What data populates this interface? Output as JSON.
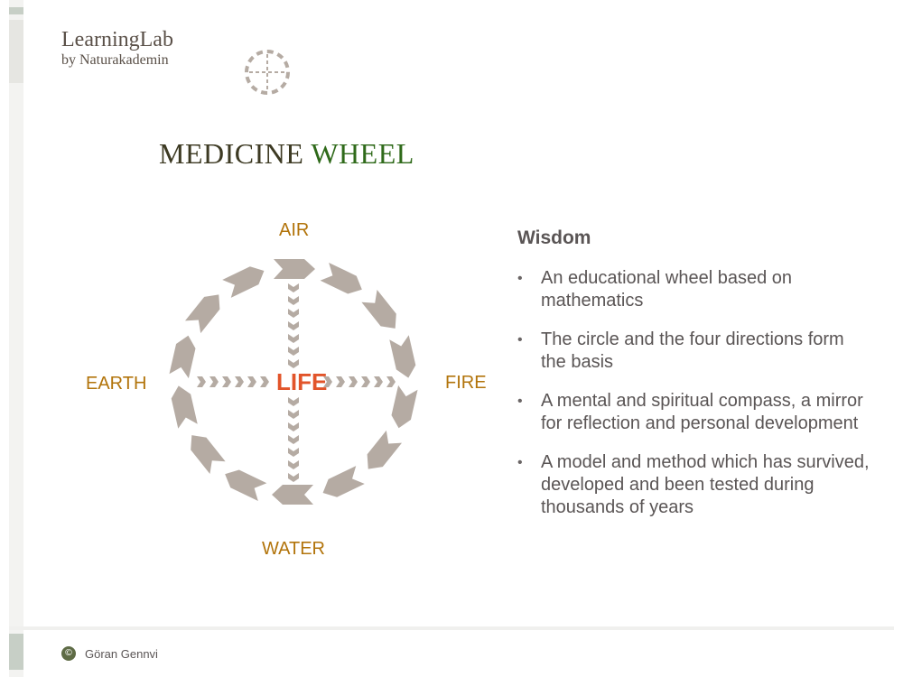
{
  "logo": {
    "line1": "LearningLab",
    "line2": "by Naturakademin",
    "icon": "dashed-circle-cross-icon"
  },
  "title": {
    "word1": "MEDICINE",
    "word2": "WHEEL",
    "colors": {
      "word1": "#3d3a23",
      "word2": "#2f6a1a"
    }
  },
  "wheel": {
    "directions": {
      "north": "AIR",
      "east": "FIRE",
      "south": "WATER",
      "west": "EARTH"
    },
    "center": "LIFE",
    "colors": {
      "directions": "#b2740b",
      "center": "#e2542a",
      "arrows": "#b5aba3"
    }
  },
  "content": {
    "heading": "Wisdom",
    "bullets": [
      "An educational wheel based on mathematics",
      "The circle and the four directions form the basis",
      "A mental and spiritual compass, a mirror for reflection and personal development",
      "A model and method which has survived, developed and been tested during thousands of years"
    ],
    "bullet_char": "•"
  },
  "footer": {
    "symbol": "©",
    "author": "Göran Gennvi"
  }
}
